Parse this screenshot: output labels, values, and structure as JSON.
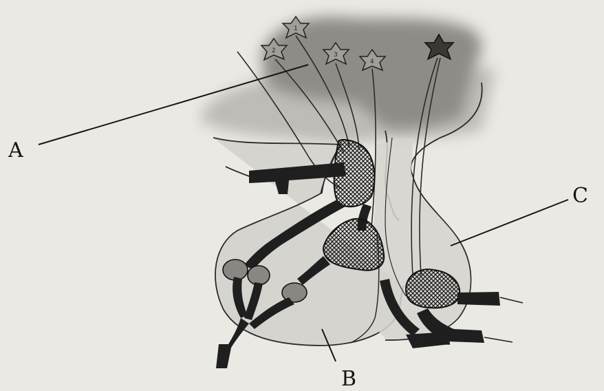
{
  "diagram": {
    "labels": {
      "a": "A",
      "b": "B",
      "c": "C"
    },
    "neuron_numbers": [
      "1",
      "2",
      "3",
      "4"
    ]
  },
  "colors": {
    "background": "#ebe9e4",
    "hypothalamus_dark": "#8f8c87",
    "hypothalamus_light": "#bebcb7",
    "pituitary_fill": "#d6d4cf",
    "outline": "#2a2a2a",
    "vessel": "#1f1f1f"
  }
}
